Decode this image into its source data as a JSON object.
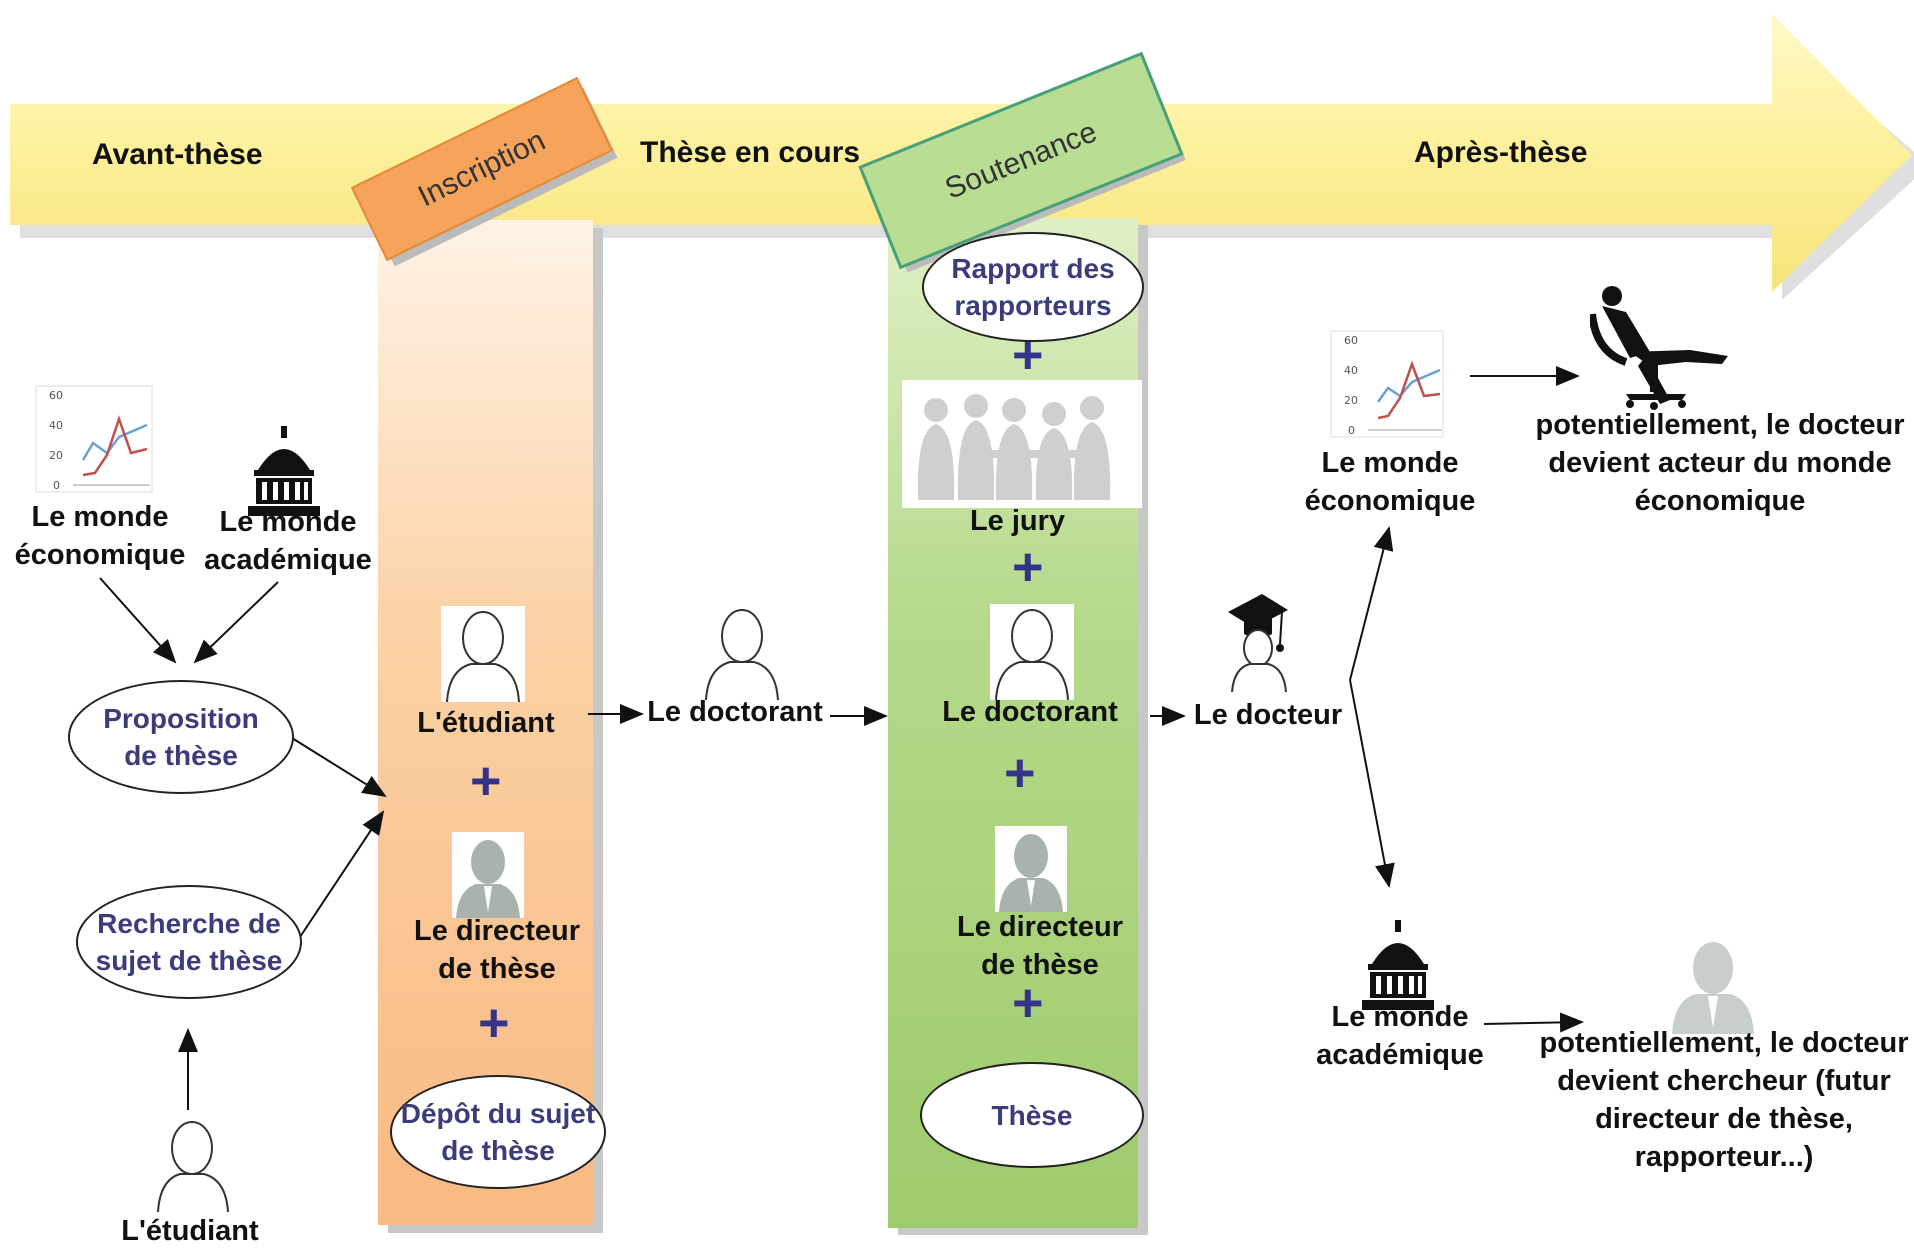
{
  "phases": {
    "avant": "Avant-thèse",
    "en_cours": "Thèse en cours",
    "apres": "Après-thèse"
  },
  "milestones": {
    "inscription": "Inscription",
    "soutenance": "Soutenance"
  },
  "avant": {
    "monde_eco": "Le monde\néconomique",
    "monde_acad": "Le monde\nacadémique",
    "proposition": "Proposition\nde thèse",
    "recherche": "Recherche de\nsujet de thèse",
    "etudiant": "L'étudiant"
  },
  "inscription_col": {
    "etudiant": "L'étudiant",
    "directeur": "Le directeur\nde thèse",
    "depot": "Dépôt du sujet\nde thèse"
  },
  "en_cours": {
    "doctorant": "Le doctorant"
  },
  "soutenance_col": {
    "rapport": "Rapport des\nrapporteurs",
    "jury": "Le jury",
    "doctorant": "Le doctorant",
    "directeur": "Le directeur\nde thèse",
    "these": "Thèse"
  },
  "apres": {
    "docteur": "Le docteur",
    "monde_eco": "Le monde\néconomique",
    "acteur": "potentiellement, le docteur\ndevient acteur du monde\néconomique",
    "monde_acad": "Le monde\nacadémique",
    "chercheur": "potentiellement, le docteur\ndevient chercheur (futur\ndirecteur de thèse,\nrapporteur...)"
  },
  "plus_sign": "+",
  "chart_ticks": [
    "60",
    "40",
    "20",
    "0"
  ],
  "colors": {
    "arrow_fill": "#fdf2a0",
    "inscription_band": "#fbcf9f",
    "soutenance_band": "#a9d07a",
    "inscription_tag": "#f6a35c",
    "soutenance_tag": "#b9dd93",
    "oval_text": "#3a3d7a",
    "plus": "#33338a"
  },
  "icons": [
    "person-outline-icon",
    "person-suit-icon",
    "chart-icon",
    "dome-icon",
    "jury-silhouette-icon",
    "graduation-cap-icon",
    "businessman-chair-icon"
  ]
}
